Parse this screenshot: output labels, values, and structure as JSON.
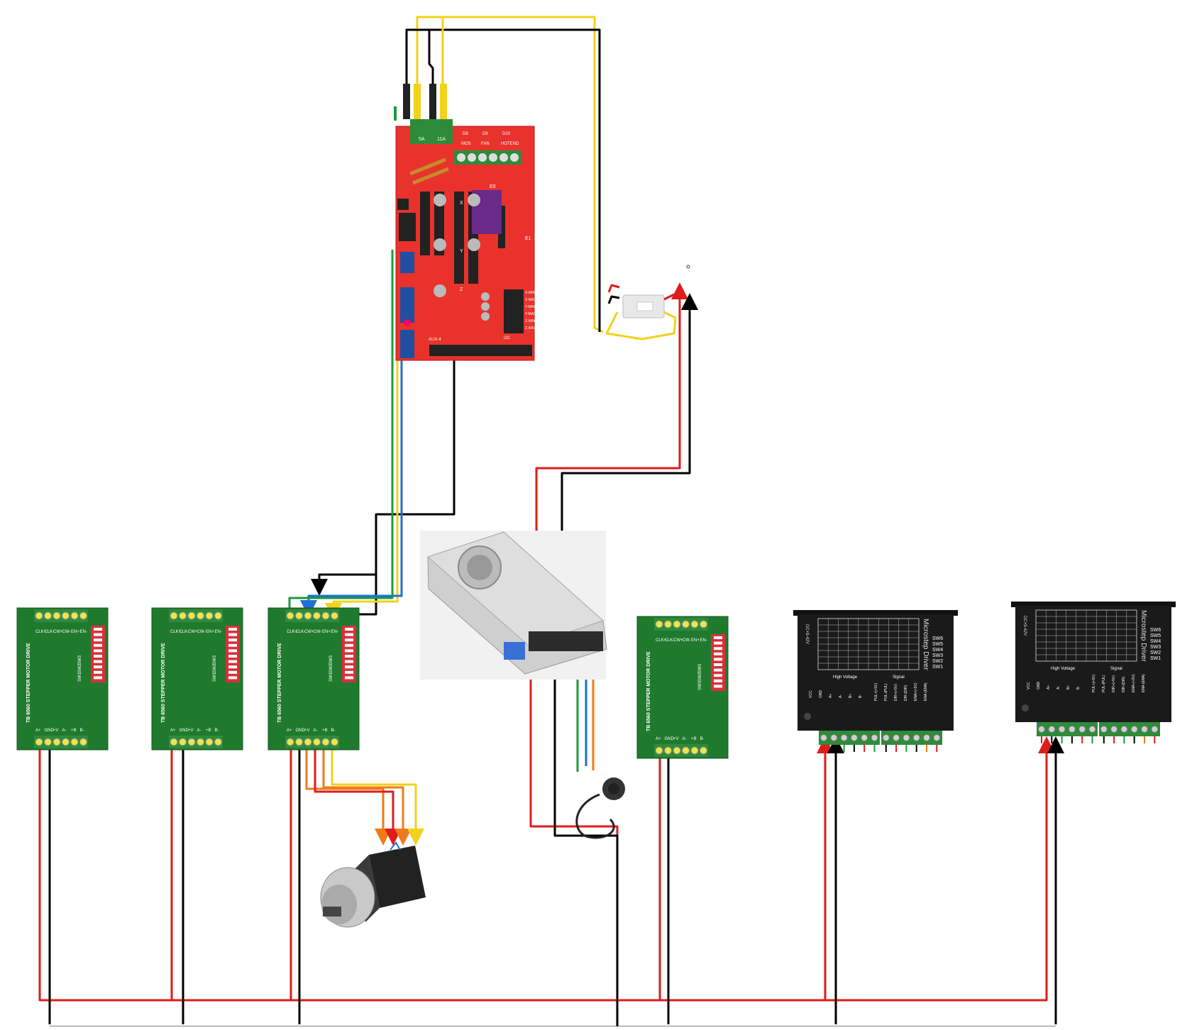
{
  "tb6560": {
    "title": "TB 6560 STEPPER MOTOR DRIVE",
    "top_pins": [
      "CLK+",
      "CLK-",
      "CW+",
      "CW-",
      "EN+",
      "EN-"
    ],
    "bottom_pins": [
      "A+",
      "GND",
      "+V",
      "A-",
      "+B",
      "B-"
    ],
    "switch_labels": [
      "SW1",
      "SW2",
      "SW3"
    ]
  },
  "microstep_driver": {
    "brand": "Microstep Driver",
    "model": "DC+9-42V",
    "switch_labels": [
      "SW6",
      "SW5",
      "SW4",
      "SW3",
      "SW2",
      "SW1"
    ],
    "high_voltage_label": "High Voltage",
    "signal_label": "Signal",
    "hv_pins": [
      "VCC",
      "GND",
      "A+",
      "A-",
      "B+",
      "B-"
    ],
    "signal_pins": [
      "PUL+(+5V)",
      "PUL-(PUL)",
      "DIR+(+5V)",
      "DIR-(DIR)",
      "ENA+(+5V)",
      "ENA-(ENA)"
    ]
  },
  "ramps": {
    "axis_labels": [
      "X",
      "Y",
      "Z",
      "E0",
      "E1"
    ],
    "header_labels": [
      "D8",
      "D9",
      "D10"
    ],
    "endstop_labels": [
      "X-MIN",
      "X-MAX",
      "Y-MIN",
      "Y-MAX",
      "Z-MIN",
      "Z-MAX"
    ],
    "aux_label": "AUX-4",
    "i2c_label": "I2C",
    "power_labels": [
      "5A",
      "11A"
    ],
    "header_small": [
      "MOS",
      "FAN",
      "HOTEND"
    ]
  },
  "colors": {
    "red_wire": "#e01b1b",
    "black_wire": "#000000",
    "yellow_wire": "#f2d21a",
    "blue_wire": "#1f6fd6",
    "green_wire": "#1a9a3a",
    "orange_wire": "#f07a1a",
    "pcb_green": "#1f7a2e",
    "ramps_red": "#e8322b",
    "driver_black": "#1a1a1a"
  },
  "icons": [
    "power-plug-icon",
    "stepper-motor-icon",
    "power-supply-icon",
    "dc-converter-icon"
  ]
}
